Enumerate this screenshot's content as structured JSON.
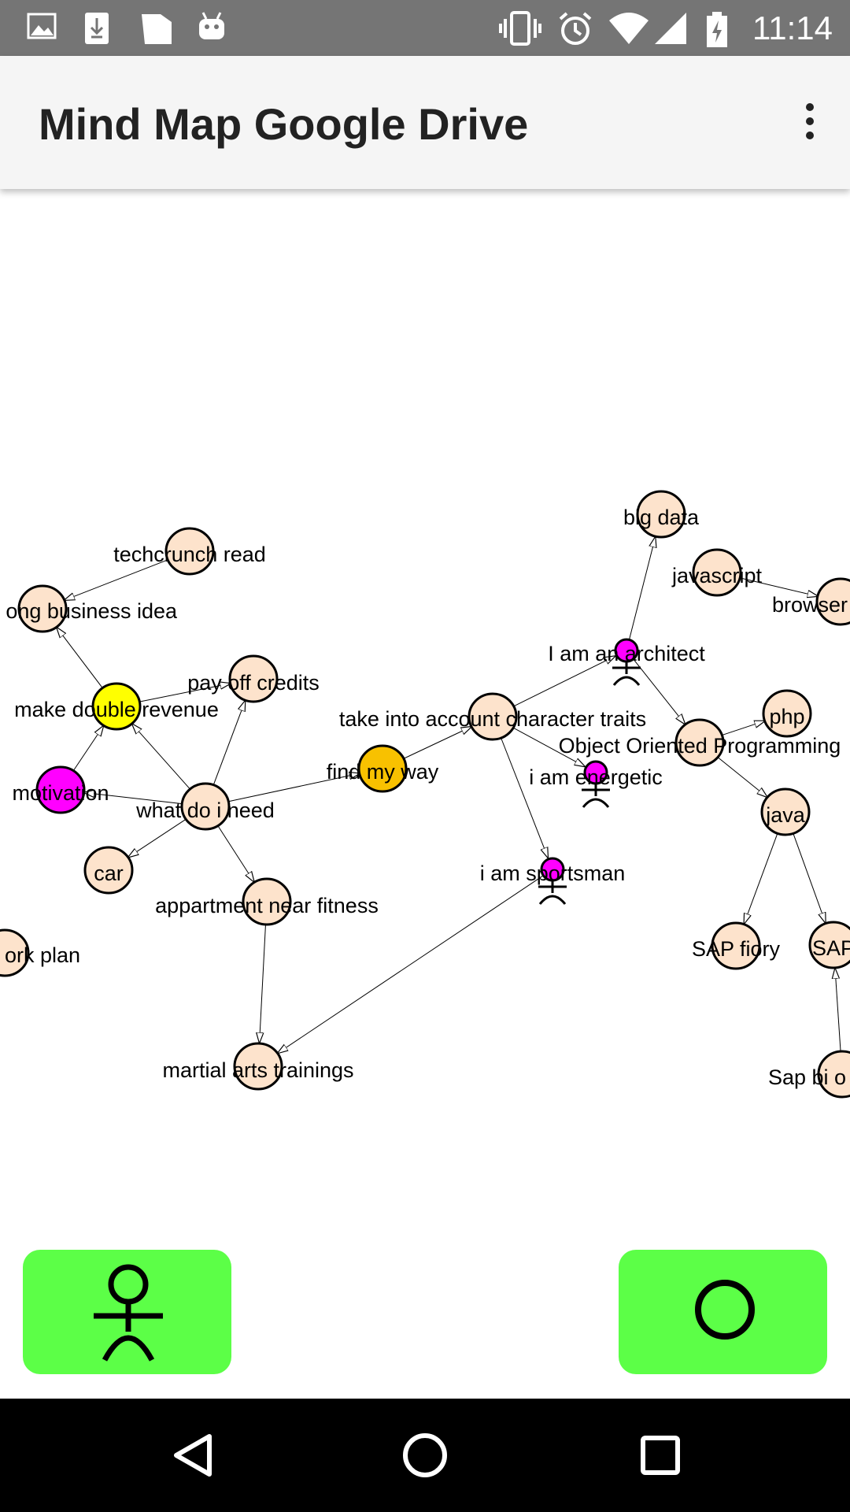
{
  "status_bar": {
    "icons": [
      "image-icon",
      "download-icon",
      "files-icon",
      "android-icon",
      "vibrate-icon",
      "alarm-icon",
      "wifi-icon",
      "signal-icon",
      "battery-charging-icon"
    ],
    "time": "11:14"
  },
  "app_bar": {
    "title": "Mind Map Google Drive",
    "menu_icon": "more-vert-icon"
  },
  "colors": {
    "node": "#fde3cc",
    "yellow": "#ffff00",
    "orange": "#f8c100",
    "magenta": "#ff00ff",
    "fab": "#5cff47"
  },
  "mindmap": {
    "nodes": [
      {
        "id": "bigdata",
        "label": "big data",
        "kind": "circle",
        "color": "#fde3cc"
      },
      {
        "id": "javascript",
        "label": "javascript",
        "kind": "circle",
        "color": "#fde3cc"
      },
      {
        "id": "browser",
        "label": "browser",
        "kind": "circle",
        "color": "#fde3cc"
      },
      {
        "id": "architect",
        "label": "I am an architect",
        "kind": "actor",
        "color": "#ff00ff"
      },
      {
        "id": "traits",
        "label": "take into account character traits",
        "kind": "circle",
        "color": "#fde3cc"
      },
      {
        "id": "oop",
        "label": "Object Oriented Programming",
        "kind": "circle",
        "color": "#fde3cc"
      },
      {
        "id": "php",
        "label": "php",
        "kind": "circle",
        "color": "#fde3cc"
      },
      {
        "id": "energetic",
        "label": "i am energetic",
        "kind": "actor",
        "color": "#ff00ff"
      },
      {
        "id": "java",
        "label": "java",
        "kind": "circle",
        "color": "#fde3cc"
      },
      {
        "id": "sportsman",
        "label": "i am sportsman",
        "kind": "actor",
        "color": "#ff00ff"
      },
      {
        "id": "fiory",
        "label": "SAP fiory",
        "kind": "circle",
        "color": "#fde3cc"
      },
      {
        "id": "sap",
        "label": "SAP",
        "kind": "circle",
        "color": "#fde3cc"
      },
      {
        "id": "sapbi",
        "label": "Sap bi o",
        "kind": "circle",
        "color": "#fde3cc"
      },
      {
        "id": "techcrunch",
        "label": "techcrunch read",
        "kind": "circle",
        "color": "#fde3cc"
      },
      {
        "id": "business",
        "label": "ong business idea",
        "kind": "circle",
        "color": "#fde3cc"
      },
      {
        "id": "credits",
        "label": "pay off credits",
        "kind": "circle",
        "color": "#fde3cc"
      },
      {
        "id": "revenue",
        "label": "make double revenue",
        "kind": "circle",
        "color": "#ffff00"
      },
      {
        "id": "motivation",
        "label": "motivation",
        "kind": "circle",
        "color": "#ff00ff"
      },
      {
        "id": "need",
        "label": "what do i need",
        "kind": "circle",
        "color": "#fde3cc"
      },
      {
        "id": "way",
        "label": "find my way",
        "kind": "circle",
        "color": "#f8c100"
      },
      {
        "id": "car",
        "label": "car",
        "kind": "circle",
        "color": "#fde3cc"
      },
      {
        "id": "appartment",
        "label": "appartment near fitness",
        "kind": "circle",
        "color": "#fde3cc"
      },
      {
        "id": "workplan",
        "label": "ork plan",
        "kind": "circle",
        "color": "#fde3cc"
      },
      {
        "id": "martial",
        "label": "martial arts trainings",
        "kind": "circle",
        "color": "#fde3cc"
      }
    ],
    "edges": [
      {
        "from": "techcrunch",
        "to": "business"
      },
      {
        "from": "revenue",
        "to": "business"
      },
      {
        "from": "revenue",
        "to": "credits"
      },
      {
        "from": "motivation",
        "to": "revenue"
      },
      {
        "from": "need",
        "to": "revenue"
      },
      {
        "from": "need",
        "to": "credits"
      },
      {
        "from": "need",
        "to": "motivation"
      },
      {
        "from": "need",
        "to": "car"
      },
      {
        "from": "need",
        "to": "appartment"
      },
      {
        "from": "need",
        "to": "way"
      },
      {
        "from": "way",
        "to": "traits"
      },
      {
        "from": "traits",
        "to": "architect"
      },
      {
        "from": "traits",
        "to": "energetic"
      },
      {
        "from": "traits",
        "to": "sportsman"
      },
      {
        "from": "sportsman",
        "to": "martial"
      },
      {
        "from": "appartment",
        "to": "martial"
      },
      {
        "from": "architect",
        "to": "bigdata"
      },
      {
        "from": "architect",
        "to": "oop"
      },
      {
        "from": "javascript",
        "to": "browser"
      },
      {
        "from": "oop",
        "to": "php"
      },
      {
        "from": "oop",
        "to": "java"
      },
      {
        "from": "java",
        "to": "fiory"
      },
      {
        "from": "java",
        "to": "sap"
      },
      {
        "from": "sapbi",
        "to": "sap"
      }
    ]
  },
  "actions": {
    "add_actor_icon": "stick-figure-icon",
    "add_node_icon": "circle-icon"
  },
  "nav_bar": {
    "back_icon": "back-icon",
    "home_icon": "home-icon",
    "recents_icon": "recents-icon"
  }
}
